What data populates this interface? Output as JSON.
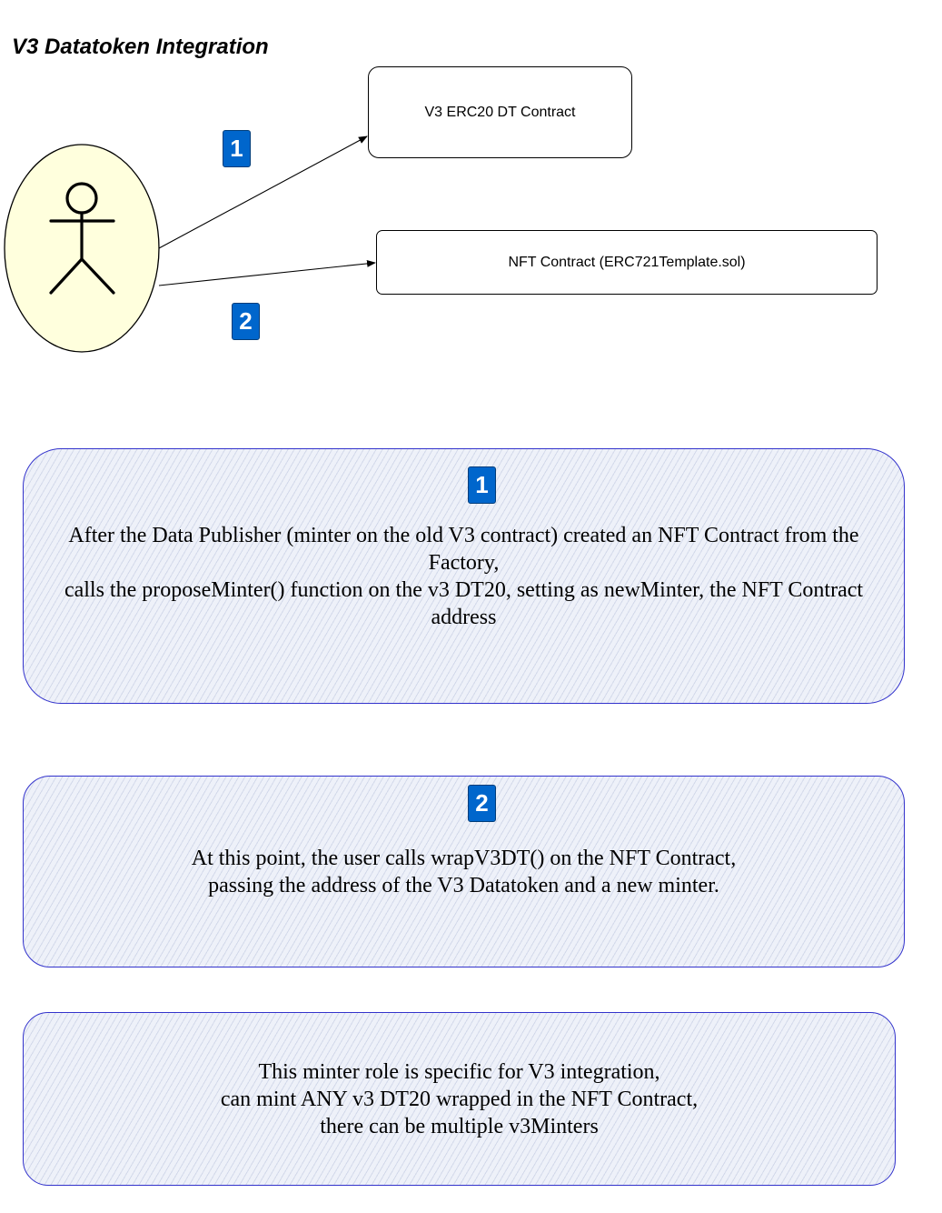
{
  "title": "V3 Datatoken Integration",
  "actor": {
    "icon": "stick-figure-icon",
    "fill_color": "#ffffdd"
  },
  "contracts": {
    "erc20": "V3 ERC20 DT Contract",
    "nft": "NFT Contract (ERC721Template.sol)"
  },
  "steps": {
    "arrow_1": "1",
    "arrow_2": "2"
  },
  "notes": {
    "note_1": {
      "badge": "1",
      "line_1": "After the Data Publisher (minter on the old V3 contract) created an NFT Contract from the Factory,",
      "line_2": "calls the proposeMinter() function on the v3 DT20, setting as newMinter, the NFT Contract address"
    },
    "note_2": {
      "badge": "2",
      "line_1": "At this point, the user calls wrapV3DT() on the NFT Contract,",
      "line_2": "passing the address of the V3 Datatoken and a new minter."
    },
    "note_3": {
      "line_1": "This minter role is specific for V3 integration,",
      "line_2": "can mint ANY v3 DT20 wrapped in the NFT Contract,",
      "line_3": "there can be multiple v3Minters"
    }
  },
  "colors": {
    "badge": "#0066cc",
    "note_border": "#3333cc",
    "note_fill": "#eef1f9"
  }
}
